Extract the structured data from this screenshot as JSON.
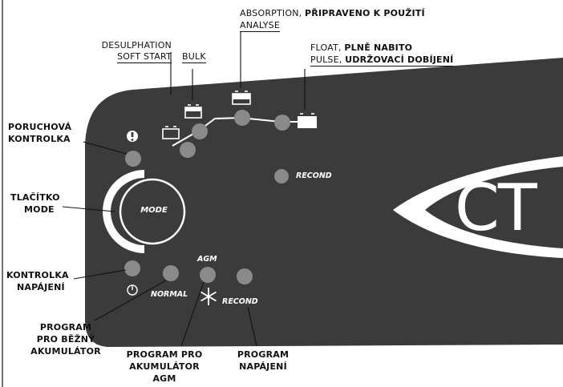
{
  "labels": {
    "desulphation": "DESULPHATION",
    "soft_start": "SOFT START",
    "bulk": "BULK",
    "absorption": "ABSORPTION,",
    "absorption_bold": "PŘIPRAVENO K POUŽITÍ",
    "analyse": "ANALYSE",
    "float": "FLOAT,",
    "float_bold": "PLNĚ NABITO",
    "pulse": "PULSE,",
    "pulse_bold": "UDRŽOVACÍ DOBÍJENÍ",
    "fault_line1": "PORUCHOVÁ",
    "fault_line2": "KONTROLKA",
    "mode_line1": "TLAČÍTKO",
    "mode_line2": "MODE",
    "power_line1": "KONTROLKA",
    "power_line2": "NAPÁJENÍ",
    "normal_line1": "PROGRAM",
    "normal_line2": "PRO BĚŽNÝ",
    "normal_line3": "AKUMULÁTOR",
    "agm_line1": "PROGRAM PRO",
    "agm_line2": "AKUMULÁTOR",
    "agm_line3": "AGM",
    "supply_line1": "PROGRAM",
    "supply_line2": "NAPÁJENÍ"
  },
  "panel": {
    "mode_button": "MODE",
    "recond_top": "RECOND",
    "agm": "AGM",
    "normal": "NORMAL",
    "recond_bottom": "RECOND",
    "logo": "CT"
  },
  "colors": {
    "panel": "#3b3b3b",
    "led": "#8a8a8a",
    "text": "#111111"
  }
}
